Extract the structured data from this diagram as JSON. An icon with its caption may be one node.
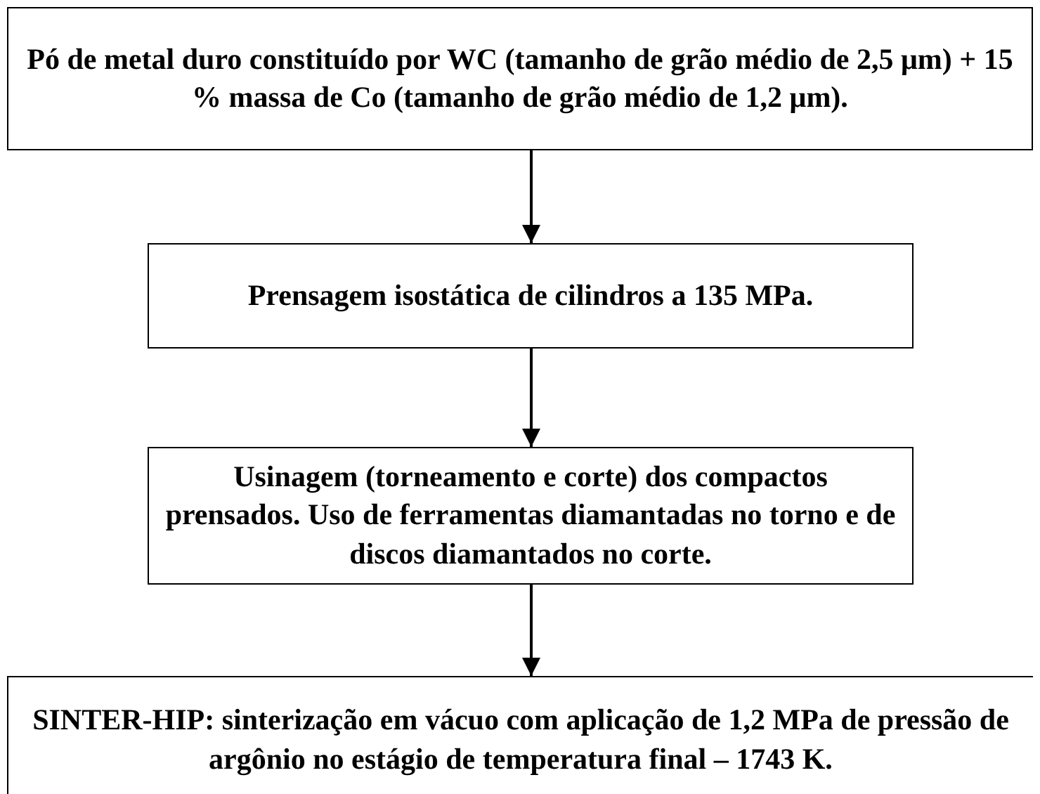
{
  "diagram": {
    "nodes": [
      {
        "text": [
          "Pó de metal duro constituído por WC (tamanho de grão médio de 2,5 μm) + 15 % massa de Co (tamanho de grão médio de 1,2 μm)."
        ]
      },
      {
        "text": [
          "Prensagem isostática de cilindros a 135 MPa."
        ]
      },
      {
        "text": [
          "Usinagem (torneamento e corte) dos compactos prensados. Uso de ferramentas diamantadas no torno e de discos diamantados no corte."
        ]
      },
      {
        "text": [
          "SINTER-HIP: sinterização em vácuo com aplicação de 1,2 MPa de pressão de argônio no estágio de temperatura final – 1743 K."
        ]
      }
    ],
    "edges": [
      {
        "from": 0,
        "to": 1,
        "arrow": "to"
      },
      {
        "from": 1,
        "to": 2,
        "arrow": "to"
      },
      {
        "from": 2,
        "to": 3,
        "arrow": "to"
      }
    ]
  }
}
